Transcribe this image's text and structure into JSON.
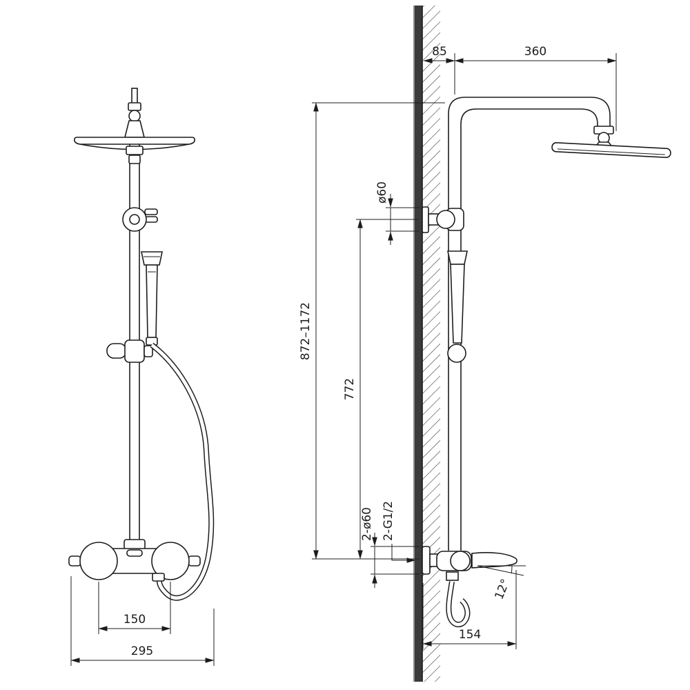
{
  "drawing": {
    "type": "technical-dimension-drawing",
    "subject": "shower-column-with-thermostatic-mixer",
    "views": [
      "front",
      "side"
    ]
  },
  "colors": {
    "ink": "#1c1c1c",
    "background": "#ffffff"
  },
  "labels": {
    "dim_wall_offset": "85",
    "dim_arm_reach": "360",
    "dim_bracket_dia": "ø60",
    "dim_overall_height": "872–1172",
    "dim_bracket_height": "772",
    "dim_escutcheon": "2-ø60",
    "dim_thread": "2-G1/2",
    "dim_spout_angle": "12°",
    "dim_spout_reach": "154",
    "dim_inlet_spacing": "150",
    "dim_mixer_width": "295"
  }
}
